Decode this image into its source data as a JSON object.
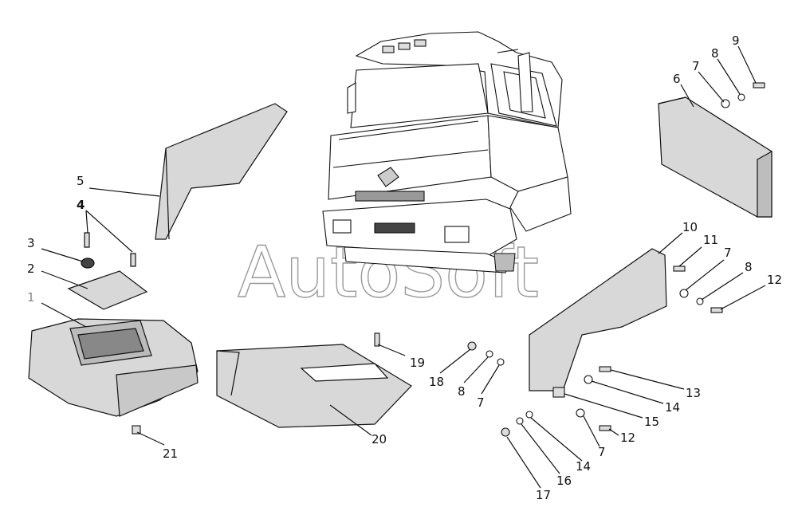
{
  "watermark": "AutoSoft",
  "colors": {
    "part_fill": "#d8d8d8",
    "part_dark": "#bdbdbd",
    "line": "#111111",
    "watermark": "#9a9a9a"
  },
  "labels": [
    {
      "id": "l1",
      "text": "1"
    },
    {
      "id": "l2",
      "text": "2"
    },
    {
      "id": "l3",
      "text": "3"
    },
    {
      "id": "l4",
      "text": "4"
    },
    {
      "id": "l5",
      "text": "5"
    },
    {
      "id": "l6",
      "text": "6"
    },
    {
      "id": "l7a",
      "text": "7"
    },
    {
      "id": "l8a",
      "text": "8"
    },
    {
      "id": "l9",
      "text": "9"
    },
    {
      "id": "l10",
      "text": "10"
    },
    {
      "id": "l11",
      "text": "11"
    },
    {
      "id": "l7b",
      "text": "7"
    },
    {
      "id": "l8b",
      "text": "8"
    },
    {
      "id": "l12a",
      "text": "12"
    },
    {
      "id": "l19",
      "text": "19"
    },
    {
      "id": "l18",
      "text": "18"
    },
    {
      "id": "l8c",
      "text": "8"
    },
    {
      "id": "l7c",
      "text": "7"
    },
    {
      "id": "l13",
      "text": "13"
    },
    {
      "id": "l14a",
      "text": "14"
    },
    {
      "id": "l15",
      "text": "15"
    },
    {
      "id": "l12b",
      "text": "12"
    },
    {
      "id": "l7d",
      "text": "7"
    },
    {
      "id": "l14b",
      "text": "14"
    },
    {
      "id": "l16",
      "text": "16"
    },
    {
      "id": "l17",
      "text": "17"
    },
    {
      "id": "l20",
      "text": "20"
    },
    {
      "id": "l21",
      "text": "21"
    }
  ]
}
